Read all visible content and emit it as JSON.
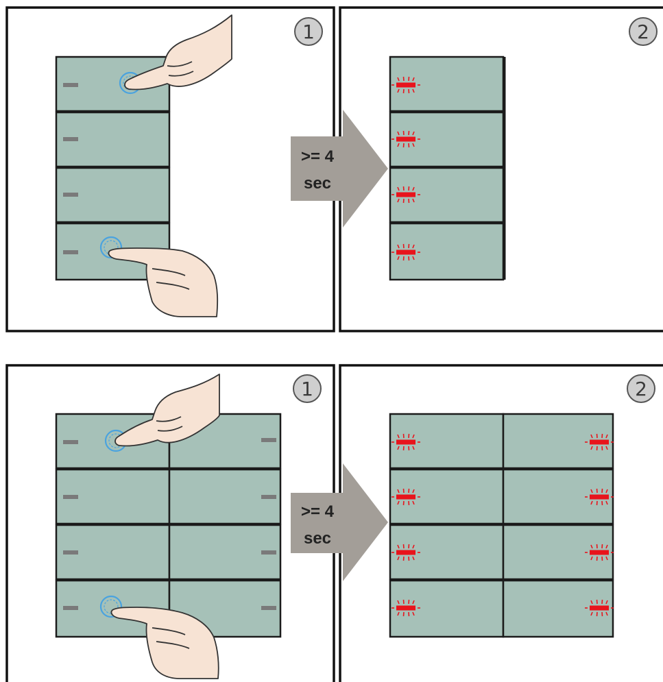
{
  "diagram": {
    "rows": [
      {
        "name": "single-column",
        "step1_number": "1",
        "step2_number": "2",
        "arrow_line1": ">= 4",
        "arrow_line2": "sec",
        "columns": 1,
        "buttons_per_column": 4,
        "pressed_buttons": [
          "top",
          "bottom"
        ],
        "blinking_leds": 4
      },
      {
        "name": "double-column",
        "step1_number": "1",
        "step2_number": "2",
        "arrow_line1": ">= 4",
        "arrow_line2": "sec",
        "columns": 2,
        "buttons_per_column": 4,
        "pressed_buttons": [
          "top-left",
          "bottom-left"
        ],
        "blinking_leds": 8
      }
    ],
    "colors": {
      "button_face": "#a6c1b8",
      "led_off": "#7a7a7a",
      "led_blink": "#e8141c",
      "press_ring": "#4aa3df",
      "arrow": "#a39e98",
      "step_badge": "#cfcfcf",
      "skin": "#f7e3d4"
    }
  }
}
